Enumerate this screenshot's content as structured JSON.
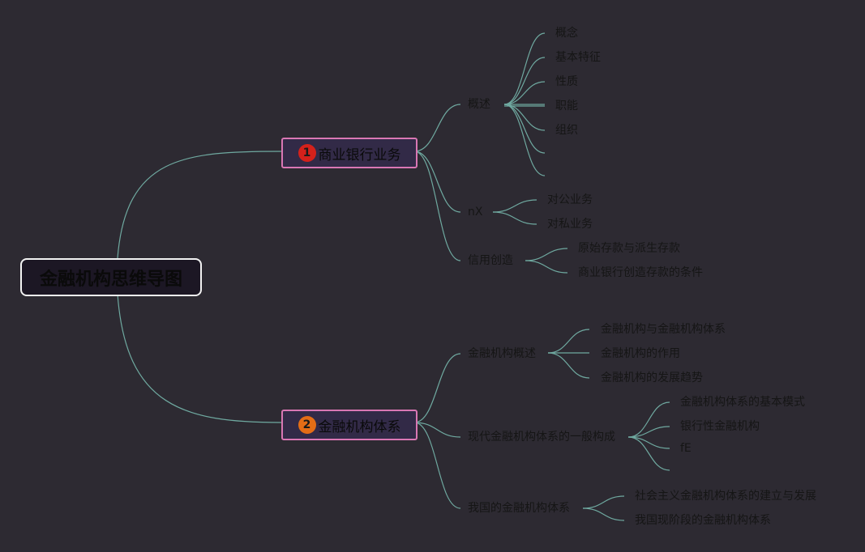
{
  "root": {
    "label": "金融机构思维导图"
  },
  "branches": [
    {
      "label": "商业银行业务",
      "badge": "1",
      "badge_color": "#d4211b",
      "children": [
        {
          "label": "概述",
          "children": [
            "概念",
            "基本特征",
            "性质",
            "职能",
            "组织",
            "",
            ""
          ]
        },
        {
          "label": "nX",
          "children": [
            "对公业务",
            "对私业务"
          ]
        },
        {
          "label": "信用创造",
          "children": [
            "原始存款与派生存款",
            "商业银行创造存款的条件"
          ]
        }
      ]
    },
    {
      "label": "金融机构体系",
      "badge": "2",
      "badge_color": "#e46d16",
      "children": [
        {
          "label": "金融机构概述",
          "children": [
            "金融机构与金融机构体系",
            "金融机构的作用",
            "金融机构的发展趋势"
          ]
        },
        {
          "label": "现代金融机构体系的一般构成",
          "children": [
            "金融机构体系的基本模式",
            "银行性金融机构",
            "fE",
            ""
          ]
        },
        {
          "label": "我国的金融机构体系",
          "children": [
            "社会主义金融机构体系的建立与发展",
            "我国现阶段的金融机构体系"
          ]
        }
      ]
    }
  ],
  "colors": {
    "background": "#2d2a32",
    "edge": "#6fa9a0",
    "main_border": "#d977b4",
    "text": "#151515"
  }
}
